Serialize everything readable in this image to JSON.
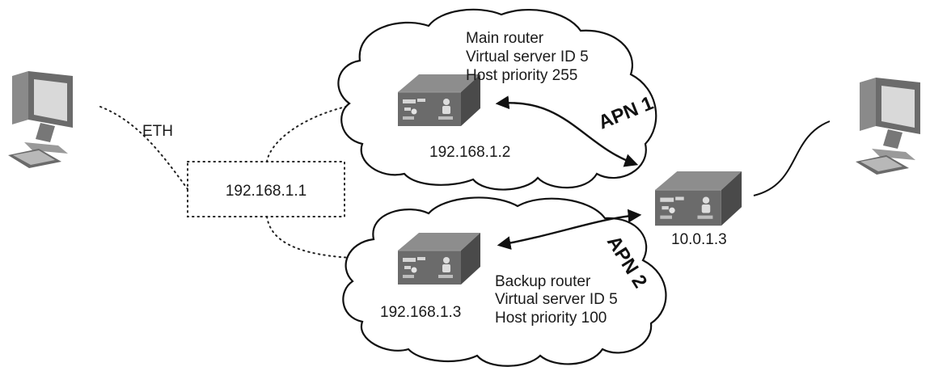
{
  "main_router": {
    "name": "Main router",
    "virtual_server": "Virtual server ID 5",
    "priority": "Host priority 255",
    "ip": "192.168.1.2"
  },
  "backup_router": {
    "name": "Backup router",
    "virtual_server": "Virtual server ID 5",
    "priority": "Host priority 100",
    "ip": "192.168.1.3"
  },
  "virtual_ip": "192.168.1.1",
  "remote_router_ip": "10.0.1.3",
  "eth_label": "ETH",
  "apn1_label": "APN 1",
  "apn2_label": "APN 2",
  "icons": {
    "pc": "desktop-computer-icon",
    "router": "router-device-icon"
  },
  "colors": {
    "line": "#111111",
    "router_body": "#6b6b6b",
    "router_top": "#8d8d8d"
  }
}
